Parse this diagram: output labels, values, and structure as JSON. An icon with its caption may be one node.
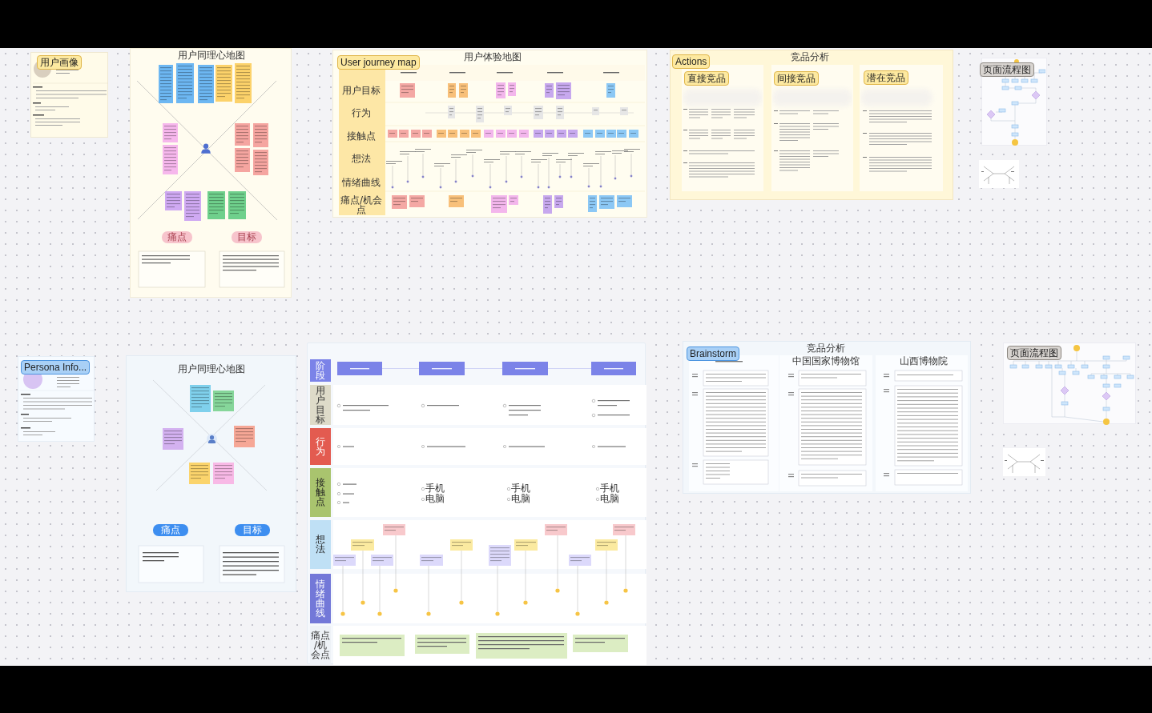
{
  "diagram": {
    "nodes": [
      {
        "text": [
          "用户画像"
        ]
      },
      {
        "text": [
          "用户同理心地图"
        ]
      },
      {
        "text": [
          "痛点"
        ],
        "in": 1
      },
      {
        "text": [
          "目标"
        ],
        "in": 1
      },
      {
        "text": [
          "User journey map",
          "用户体验地图"
        ]
      },
      {
        "text": [
          "Actions",
          "竞品分析"
        ]
      },
      {
        "text": [
          "直接竞品"
        ],
        "in": 5
      },
      {
        "text": [
          "间接竞品"
        ],
        "in": 5
      },
      {
        "text": [
          "潜在竞品"
        ],
        "in": 5
      },
      {
        "text": [
          "页面流程图"
        ]
      },
      {
        "text": [
          "Persona Info..."
        ]
      },
      {
        "text": [
          "用户同理心地图"
        ]
      },
      {
        "text": [
          "痛点"
        ],
        "in": 11
      },
      {
        "text": [
          "目标"
        ],
        "in": 11
      },
      {
        "text": [],
        "shape": "box"
      },
      {
        "text": [
          "阶段"
        ],
        "in": 14
      },
      {
        "text": [
          "用户目标"
        ],
        "in": 14
      },
      {
        "text": [
          "行为"
        ],
        "in": 14
      },
      {
        "text": [
          "接触点"
        ],
        "in": 14
      },
      {
        "text": [
          "想法"
        ],
        "in": 14
      },
      {
        "text": [
          "情绪曲线"
        ],
        "in": 14
      },
      {
        "text": [
          "痛点/机会点"
        ],
        "in": 14
      },
      {
        "text": [
          "Brainstorm",
          "竞品分析"
        ]
      },
      {
        "text": [
          "页面流程图"
        ]
      }
    ],
    "labels": [
      "用户目标",
      "行为",
      "接触点",
      "想法",
      "情绪曲线",
      "痛点/机会点",
      "手机",
      "电脑",
      "手机",
      "电脑",
      "手机",
      "电脑",
      "中国国家博物馆",
      "山西博物院"
    ]
  }
}
